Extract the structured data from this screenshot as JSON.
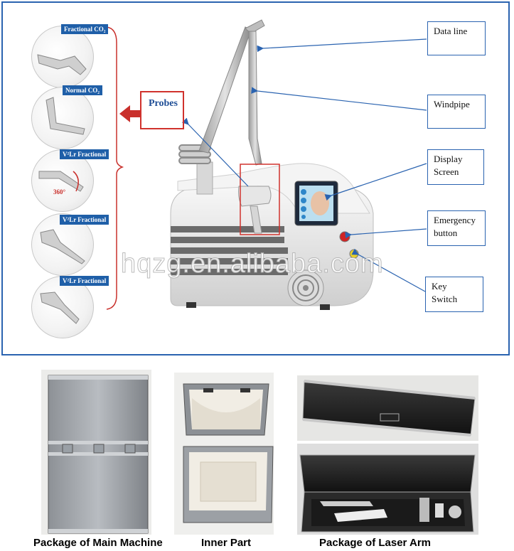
{
  "labels": {
    "data_line": "Data line",
    "windpipe": "Windpipe",
    "display_screen_1": "Display",
    "display_screen_2": "Screen",
    "emergency_button_1": "Emergency",
    "emergency_button_2": "button",
    "key_switch_1": "Key",
    "key_switch_2": "Switch",
    "probes": "Probes"
  },
  "probes": [
    {
      "tag": "Fractional CO₂"
    },
    {
      "tag": "Normal CO₂"
    },
    {
      "tag": "V²Lr Fractional",
      "note": "360°"
    },
    {
      "tag": "V²Lr Fractional"
    },
    {
      "tag": "V²Lr Fractional"
    }
  ],
  "watermark": "hqzg.en.alibaba.com",
  "captions": {
    "main_machine": "Package of Main Machine",
    "inner_part": "Inner Part",
    "laser_arm": "Package of Laser Arm"
  },
  "colors": {
    "frame_border": "#2a63b0",
    "probe_tag_bg": "#1f5fa8",
    "probes_box_border": "#d0322d",
    "arrow_red": "#c9302c",
    "callout_blue": "#2a63b0"
  }
}
